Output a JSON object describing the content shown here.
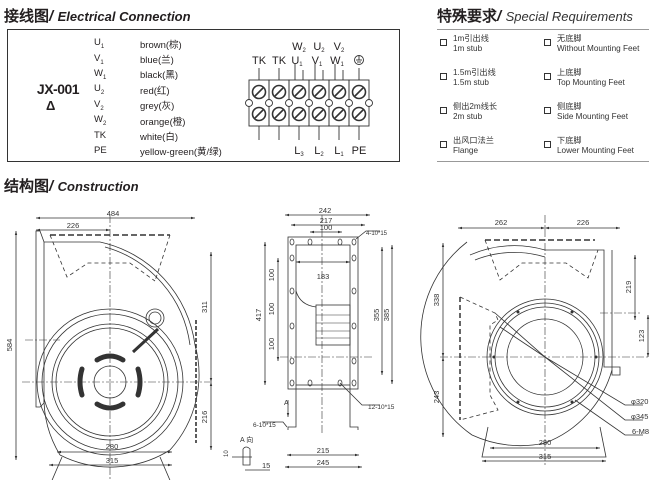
{
  "electrical": {
    "title_zh": "接线图",
    "title_slash": "/",
    "title_en": "Electrical Connection",
    "model": "JX-001",
    "connection_symbol": "Δ",
    "wires": [
      {
        "code": "U",
        "sub": "1",
        "color": "brown(棕)"
      },
      {
        "code": "V",
        "sub": "1",
        "color": "blue(兰)"
      },
      {
        "code": "W",
        "sub": "1",
        "color": "black(黑)"
      },
      {
        "code": "U",
        "sub": "2",
        "color": "red(红)"
      },
      {
        "code": "V",
        "sub": "2",
        "color": "grey(灰)"
      },
      {
        "code": "W",
        "sub": "2",
        "color": "orange(橙)"
      },
      {
        "code": "TK",
        "sub": "",
        "color": "white(白)"
      },
      {
        "code": "PE",
        "sub": "",
        "color": "yellow-green(黄/绿)"
      }
    ],
    "terminal": {
      "top_row1": [
        "",
        "",
        "W2",
        "U2",
        "V2",
        ""
      ],
      "top_row2": [
        "TK",
        "TK",
        "U1",
        "V1",
        "W1",
        "⏚"
      ],
      "bottom": [
        "",
        "",
        "L3",
        "L2",
        "L1",
        "PE"
      ]
    }
  },
  "requirements": {
    "title_zh": "特殊要求",
    "title_slash": "/",
    "title_en": "Special Requirements",
    "items": [
      {
        "zh": "1m引出线",
        "en": "1m stub",
        "checked": false
      },
      {
        "zh": "无底脚",
        "en": "Without Mounting Feet",
        "checked": false
      },
      {
        "zh": "1.5m引出线",
        "en": "1.5m stub",
        "checked": false
      },
      {
        "zh": "上底脚",
        "en": "Top Mounting Feet",
        "checked": false
      },
      {
        "zh": "侧出2m线长",
        "en": "2m stub",
        "checked": false
      },
      {
        "zh": "侧底脚",
        "en": "Side Mounting Feet",
        "checked": false
      },
      {
        "zh": "出风口法兰",
        "en": "Flange",
        "checked": false
      },
      {
        "zh": "下底脚",
        "en": "Lower Mounting Feet",
        "checked": false
      }
    ]
  },
  "construction": {
    "title_zh": "结构图",
    "title_slash": "/",
    "title_en": "Construction",
    "front_view": {
      "overall_width": "484",
      "outlet_offset": "226",
      "overall_height": "584",
      "upper_height": "311",
      "lower_height": "216",
      "foot_inner": "280",
      "foot_outer": "315"
    },
    "side_view": {
      "outlet_width": "242",
      "hole_span": "217",
      "hole_pitch_top": "100",
      "inner_width": "183",
      "height": "417",
      "pitches": [
        "100",
        "100",
        "100"
      ],
      "inner_height": "355",
      "flange_height": "385",
      "top_holes": "4-10*15",
      "side_holes": "12-10*15",
      "foot_holes": "6-10*15",
      "base_inner": "215",
      "base_outer": "245",
      "detail_label": "A 向",
      "detail_arrow": "A",
      "detail_dim": "15",
      "detail_dim_v": "10"
    },
    "rear_view": {
      "left_width": "262",
      "right_width": "226",
      "upper_height": "338",
      "lower_height": "243",
      "outlet_height": "219",
      "outlet_offset": "123",
      "dia_inner": "φ320",
      "dia_outer": "φ345",
      "bolts": "6-M8",
      "foot_inner": "280",
      "foot_outer": "315"
    }
  }
}
